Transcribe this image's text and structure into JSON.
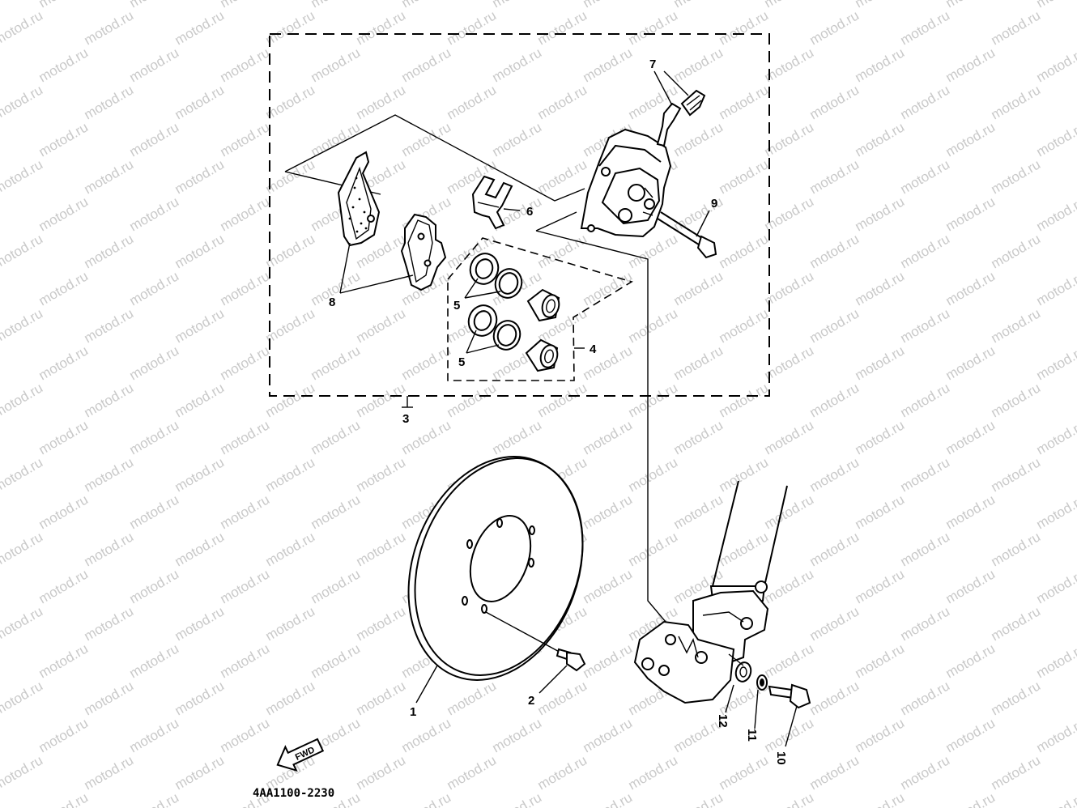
{
  "watermark": "motod.ru",
  "diagram_code": "4AA1100-2230",
  "fwd_label": "FWD",
  "callouts": [
    {
      "id": "1",
      "text": "1"
    },
    {
      "id": "2",
      "text": "2"
    },
    {
      "id": "3",
      "text": "3"
    },
    {
      "id": "4",
      "text": "4"
    },
    {
      "id": "5a",
      "text": "5"
    },
    {
      "id": "5b",
      "text": "5"
    },
    {
      "id": "6",
      "text": "6"
    },
    {
      "id": "7",
      "text": "7"
    },
    {
      "id": "8",
      "text": "8"
    },
    {
      "id": "9",
      "text": "9"
    },
    {
      "id": "10",
      "text": "10"
    },
    {
      "id": "11",
      "text": "11"
    },
    {
      "id": "12",
      "text": "12"
    }
  ]
}
